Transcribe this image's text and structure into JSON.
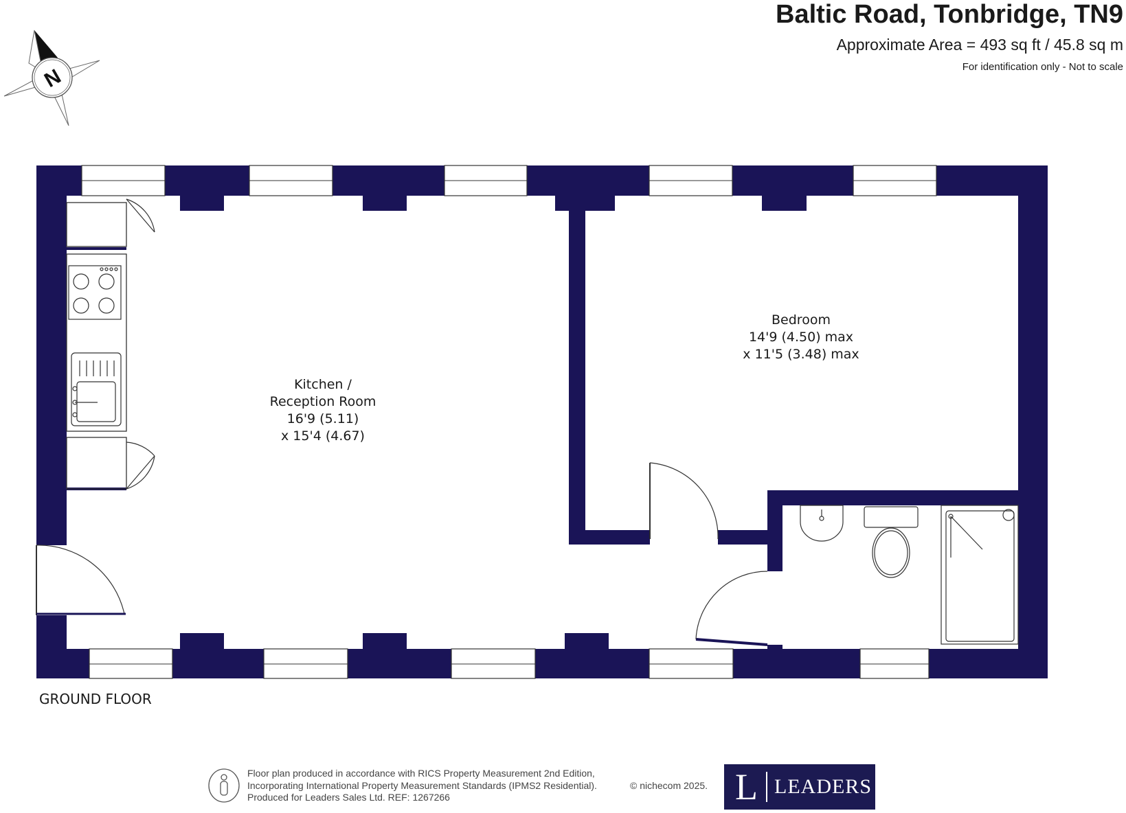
{
  "header": {
    "title": "Baltic Road, Tonbridge, TN9",
    "area": "Approximate Area = 493 sq ft / 45.8 sq m",
    "note": "For identification only - Not to scale"
  },
  "compass": {
    "letter": "N"
  },
  "rooms": {
    "kitchen": {
      "line1": "Kitchen /",
      "line2": "Reception Room",
      "line3": "16'9 (5.11)",
      "line4": "x 15'4 (4.67)"
    },
    "bedroom": {
      "line1": "Bedroom",
      "line2": "14'9 (4.50) max",
      "line3": "x 11'5 (3.48) max"
    }
  },
  "floor_label": "GROUND FLOOR",
  "footer": {
    "line1": "Floor plan produced in accordance with RICS Property Measurement 2nd Edition,",
    "line2": "Incorporating International Property Measurement Standards (IPMS2 Residential).",
    "line3": "Produced for Leaders Sales Ltd.   REF:  1267266",
    "credit": "© nichecom 2025."
  },
  "logo": {
    "letter": "L",
    "name": "LEADERS"
  },
  "colors": {
    "wall": "#1a1457",
    "logo_bg": "#1c1a52"
  }
}
